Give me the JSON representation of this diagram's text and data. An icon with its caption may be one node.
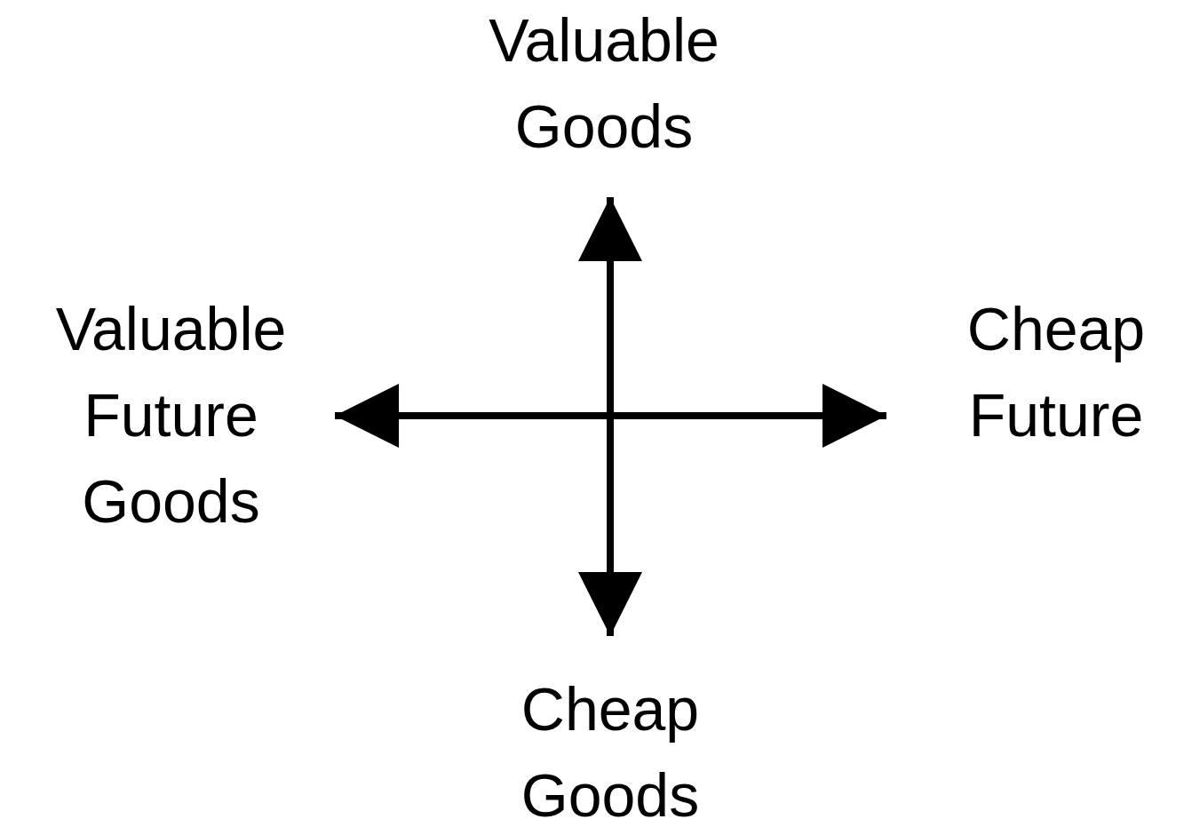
{
  "diagram": {
    "labels": [
      "Valuable Goods",
      "Valuable Future Goods",
      "Cheap Future",
      "Cheap Goods"
    ]
  }
}
